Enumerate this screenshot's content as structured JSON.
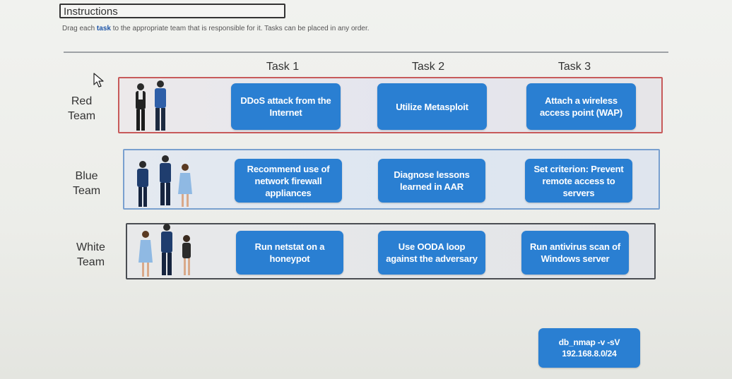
{
  "instructions": {
    "title": "Instructions",
    "text_before": "Drag each ",
    "text_bold": "task",
    "text_after": " to the appropriate team that is responsible for it. Tasks can be placed in any order."
  },
  "columns": [
    "Task 1",
    "Task 2",
    "Task 3"
  ],
  "teams": [
    {
      "name_line1": "Red",
      "name_line2": "Team",
      "border_color": "#c75a5a",
      "tasks": [
        "DDoS attack from the Internet",
        "Utilize Metasploit",
        "Attach a wireless access point (WAP)"
      ]
    },
    {
      "name_line1": "Blue",
      "name_line2": "Team",
      "border_color": "#79a0cf",
      "tasks": [
        "Recommend use of network firewall appliances",
        "Diagnose lessons learned in AAR",
        "Set criterion: Prevent remote access to servers"
      ]
    },
    {
      "name_line1": "White",
      "name_line2": "Team",
      "border_color": "#4a4d52",
      "tasks": [
        "Run netstat on a honeypot",
        "Use OODA loop against the adversary",
        "Run antivirus scan of Windows server"
      ]
    }
  ],
  "unassigned_tasks": [
    "db_nmap -v -sV 192.168.8.0/24"
  ],
  "colors": {
    "chip": "#2a7fd2",
    "accent": "#1f56a8"
  }
}
